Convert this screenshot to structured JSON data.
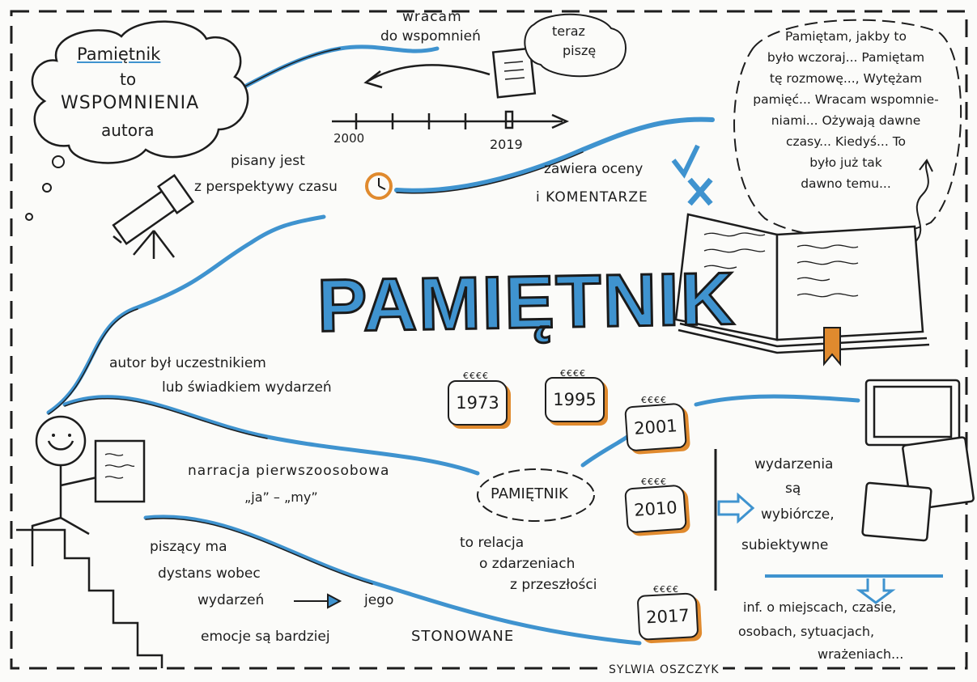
{
  "title": "PAMIĘTNIK",
  "cloud": {
    "line1": "Pamiętnik",
    "line2": "to",
    "line3": "WSPOMNIENIA",
    "line4": "autora"
  },
  "memories_arrow": {
    "line1": "wracam",
    "line2": "do wspomnień"
  },
  "now_writing": {
    "line1": "teraz",
    "line2": "piszę"
  },
  "timeline": {
    "start": "2000",
    "end": "2019"
  },
  "perspective": {
    "line1": "pisany jest",
    "line2": "z perspektywy czasu"
  },
  "comments": {
    "line1": "zawiera oceny",
    "line2": "i KOMENTARZE"
  },
  "quote_bubble": {
    "lines": [
      "Pamiętam, jakby to",
      "było wczoraj... Pamiętam",
      "tę rozmowę..., Wytężam",
      "pamięć... Wracam wspomnie-",
      "niami... Ożywają dawne",
      "czasy... Kiedyś... To",
      "było już tak",
      "dawno temu..."
    ]
  },
  "participant": {
    "line1": "autor był uczestnikiem",
    "line2": "lub świadkiem wydarzeń"
  },
  "years": [
    "1973",
    "1995",
    "2001",
    "2010",
    "2017"
  ],
  "calendar_ticks": "€€€€",
  "narration": {
    "line1": "narracja pierwszoosobowa",
    "line2": "„ja” – „my”"
  },
  "center_label": "PAMIĘTNIK",
  "relation": {
    "line1": "to relacja",
    "line2": "o zdarzeniach",
    "line3": "z przeszłości"
  },
  "events": {
    "line1": "wydarzenia",
    "line2": "są",
    "line3": "wybiórcze,",
    "line4": "subiektywne"
  },
  "distance": {
    "line1": "piszący ma",
    "line2": "dystans wobec",
    "line3": "wydarzeń",
    "line4": "jego",
    "line5": "emocje są bardziej",
    "line6": "STONOWANE"
  },
  "info": {
    "line1": "inf. o miejscach, czasie,",
    "line2": "osobach, sytuacjach,",
    "line3": "wrażeniach..."
  },
  "author_signature": "SYLWIA OSZCZYK",
  "colors": {
    "blue": "#3f93cf",
    "orange": "#e08a2e",
    "ink": "#1c1c1c",
    "paper": "#fbfbf9"
  }
}
